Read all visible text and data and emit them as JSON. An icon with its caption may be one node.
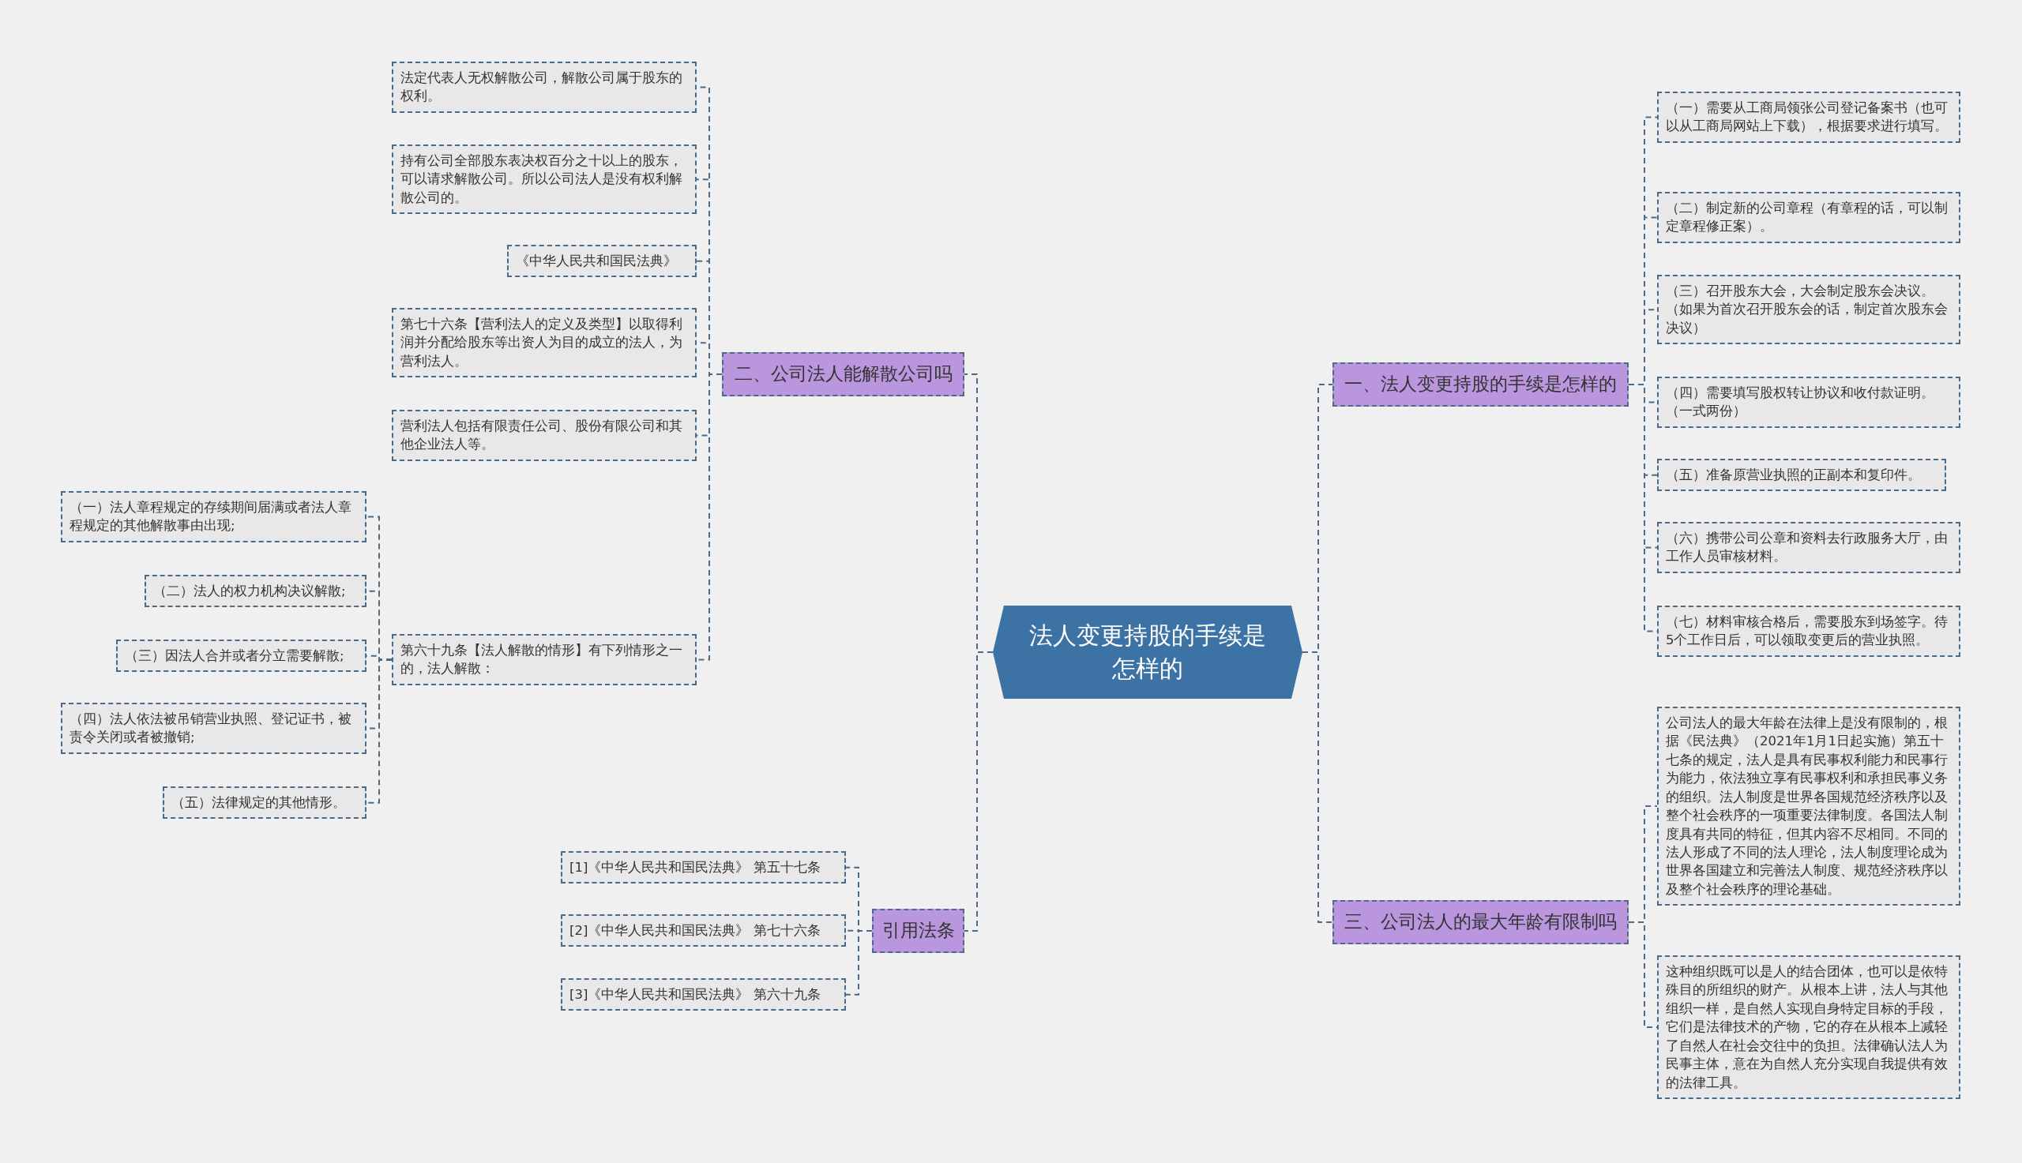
{
  "diagram": {
    "nodes": [
      {
        "text": [
          "法人变更持股的手续是怎样的"
        ]
      },
      {
        "text": [
          "一、法人变更持股的手续是怎样的"
        ]
      },
      {
        "text": [
          "（一）需要从工商局领张公司登记备案书（也可以从工商局网站上下载），根据要求进行填写。"
        ]
      },
      {
        "text": [
          "（二）制定新的公司章程（有章程的话，可以制定章程修正案）。"
        ]
      },
      {
        "text": [
          "（三）召开股东大会，大会制定股东会决议。（如果为首次召开股东会的话，制定首次股东会决议）"
        ]
      },
      {
        "text": [
          "（四）需要填写股权转让协议和收付款证明。（一式两份）"
        ]
      },
      {
        "text": [
          "（五）准备原营业执照的正副本和复印件。"
        ]
      },
      {
        "text": [
          "（六）携带公司公章和资料去行政服务大厅，由工作人员审核材料。"
        ]
      },
      {
        "text": [
          "（七）材料审核合格后，需要股东到场签字。待5个工作日后，可以领取变更后的营业执照。"
        ]
      },
      {
        "text": [
          "三、公司法人的最大年龄有限制吗"
        ]
      },
      {
        "text": [
          "公司法人的最大年龄在法律上是没有限制的，根据《民法典》（2021年1月1日起实施）第五十七条的规定，法人是具有民事权利能力和民事行为能力，依法独立享有民事权利和承担民事义务的组织。法人制度是世界各国规范经济秩序以及整个社会秩序的一项重要法律制度。各国法人制度具有共同的特征，但其内容不尽相同。不同的法人形成了不同的法人理论，法人制度理论成为世界各国建立和完善法人制度、规范经济秩序以及整个社会秩序的理论基础。"
        ]
      },
      {
        "text": [
          "这种组织既可以是人的结合团体，也可以是依特殊目的所组织的财产。从根本上讲，法人与其他组织一样，是自然人实现自身特定目标的手段，它们是法律技术的产物，它的存在从根本上减轻了自然人在社会交往中的负担。法律确认法人为民事主体，意在为自然人充分实现自我提供有效的法律工具。"
        ]
      },
      {
        "text": [
          "二、公司法人能解散公司吗"
        ]
      },
      {
        "text": [
          "法定代表人无权解散公司，解散公司属于股东的权利。"
        ]
      },
      {
        "text": [
          "持有公司全部股东表决权百分之十以上的股东，可以请求解散公司。所以公司法人是没有权利解散公司的。"
        ]
      },
      {
        "text": [
          "《中华人民共和国民法典》"
        ]
      },
      {
        "text": [
          "第七十六条【营利法人的定义及类型】以取得利润并分配给股东等出资人为目的成立的法人，为营利法人。"
        ]
      },
      {
        "text": [
          "营利法人包括有限责任公司、股份有限公司和其他企业法人等。"
        ]
      },
      {
        "text": [
          "第六十九条【法人解散的情形】有下列情形之一的，法人解散："
        ]
      },
      {
        "text": [
          "（一）法人章程规定的存续期间届满或者法人章程规定的其他解散事由出现;"
        ]
      },
      {
        "text": [
          "（二）法人的权力机构决议解散;"
        ]
      },
      {
        "text": [
          "（三）因法人合并或者分立需要解散;"
        ]
      },
      {
        "text": [
          "（四）法人依法被吊销营业执照、登记证书，被责令关闭或者被撤销;"
        ]
      },
      {
        "text": [
          "（五）法律规定的其他情形。"
        ]
      },
      {
        "text": [
          "引用法条"
        ]
      },
      {
        "text": [
          "[1]《中华人民共和国民法典》 第五十七条"
        ]
      },
      {
        "text": [
          "[2]《中华人民共和国民法典》 第七十六条"
        ]
      },
      {
        "text": [
          "[3]《中华人民共和国民法典》 第六十九条"
        ]
      }
    ],
    "edges": [
      {
        "from": 0,
        "to": 1,
        "arrow": "none"
      },
      {
        "from": 1,
        "to": 2,
        "arrow": "none"
      },
      {
        "from": 1,
        "to": 3,
        "arrow": "none"
      },
      {
        "from": 1,
        "to": 4,
        "arrow": "none"
      },
      {
        "from": 1,
        "to": 5,
        "arrow": "none"
      },
      {
        "from": 1,
        "to": 6,
        "arrow": "none"
      },
      {
        "from": 1,
        "to": 7,
        "arrow": "none"
      },
      {
        "from": 1,
        "to": 8,
        "arrow": "none"
      },
      {
        "from": 0,
        "to": 9,
        "arrow": "none"
      },
      {
        "from": 9,
        "to": 10,
        "arrow": "none"
      },
      {
        "from": 9,
        "to": 11,
        "arrow": "none"
      },
      {
        "from": 0,
        "to": 12,
        "arrow": "none"
      },
      {
        "from": 12,
        "to": 13,
        "arrow": "none"
      },
      {
        "from": 12,
        "to": 14,
        "arrow": "none"
      },
      {
        "from": 12,
        "to": 15,
        "arrow": "none"
      },
      {
        "from": 12,
        "to": 16,
        "arrow": "none"
      },
      {
        "from": 12,
        "to": 17,
        "arrow": "none"
      },
      {
        "from": 12,
        "to": 18,
        "arrow": "none"
      },
      {
        "from": 18,
        "to": 19,
        "arrow": "none"
      },
      {
        "from": 18,
        "to": 20,
        "arrow": "none"
      },
      {
        "from": 18,
        "to": 21,
        "arrow": "none"
      },
      {
        "from": 18,
        "to": 22,
        "arrow": "none"
      },
      {
        "from": 18,
        "to": 23,
        "arrow": "none"
      },
      {
        "from": 0,
        "to": 24,
        "arrow": "none"
      },
      {
        "from": 24,
        "to": 25,
        "arrow": "none"
      },
      {
        "from": 24,
        "to": 26,
        "arrow": "none"
      },
      {
        "from": 24,
        "to": 27,
        "arrow": "none"
      }
    ]
  }
}
